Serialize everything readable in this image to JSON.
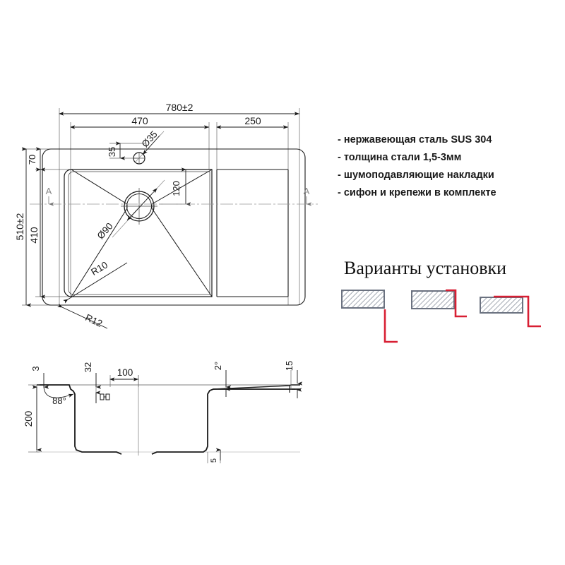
{
  "document": {
    "type": "technical-drawing",
    "subject": "kitchen-sink"
  },
  "specs": {
    "items": [
      "- нержавеющая сталь SUS 304",
      "- толщина стали 1,5-3мм",
      "- шумоподавляющие накладки",
      "- сифон и крепежи в комплекте"
    ]
  },
  "variants": {
    "title": "Варианты установки",
    "options": [
      {
        "name": "undermount"
      },
      {
        "name": "flush-mount"
      },
      {
        "name": "overmount"
      }
    ],
    "accent_color": "#d81f33",
    "body_color": "#6b7280"
  },
  "plan_view": {
    "dimensions": {
      "overall_width": "780±2",
      "overall_height": "510±2",
      "bowl_width": "470",
      "drainboard_width": "250",
      "bowl_height": "410",
      "top_margin": "70",
      "tap_hole_offset": "35",
      "tap_hole_diameter": "Ø35",
      "drain_offset": "120",
      "drain_diameter": "Ø90",
      "bowl_corner_radius": "R10",
      "outer_corner_radius": "R12"
    },
    "section_marks": {
      "left": "A",
      "right": "A"
    }
  },
  "section_view": {
    "dimensions": {
      "rim_thickness": "3",
      "tap_deck_offset": "32",
      "tap_deck_width": "100",
      "drainboard_angle": "2°",
      "edge_height": "15",
      "wall_angle": "88°",
      "bowl_depth": "200",
      "drainboard_step": "5"
    }
  },
  "colors": {
    "line": "#1a1a1a",
    "thin_line": "#555555",
    "center_line": "#888888",
    "background": "#ffffff"
  }
}
